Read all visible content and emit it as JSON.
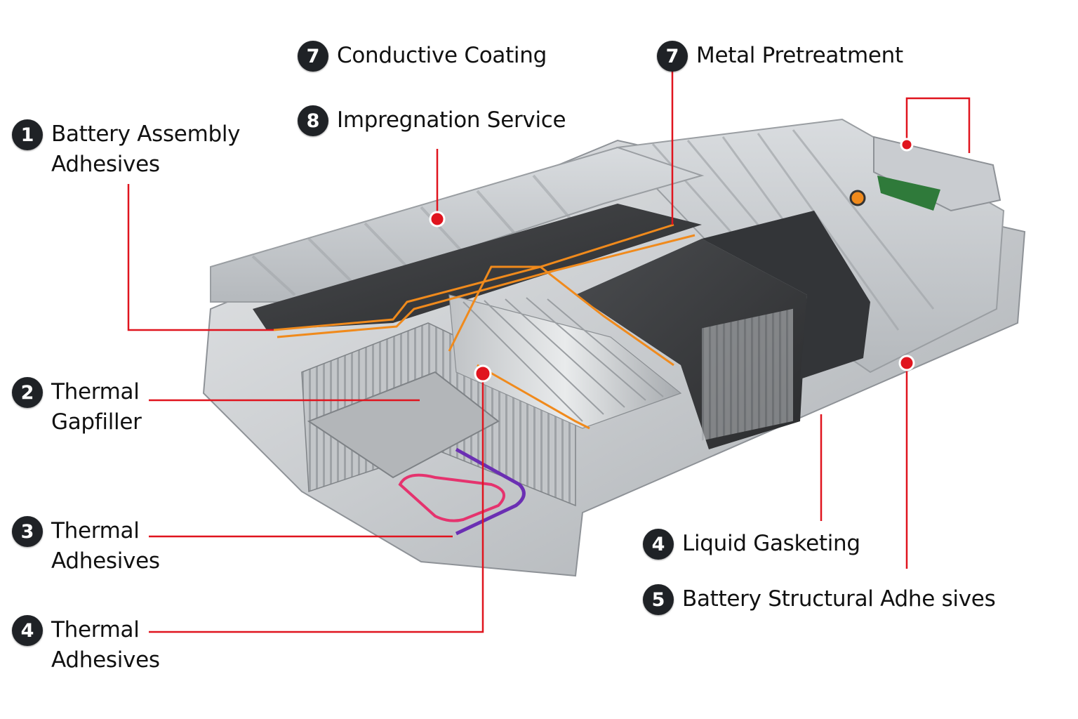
{
  "diagram": {
    "subject": "Electric vehicle battery pack cutaway",
    "accent_color": "#e0141e",
    "badge_color": "#1f2226",
    "wire_color": "#f08a1c",
    "callouts": [
      {
        "id": "c1",
        "number": "1",
        "lines": [
          "Battery Assembly",
          "Adhesives"
        ]
      },
      {
        "id": "c2",
        "number": "2",
        "lines": [
          "Thermal",
          "Gapfiller"
        ]
      },
      {
        "id": "c3",
        "number": "3",
        "lines": [
          "Thermal",
          "Adhesives"
        ]
      },
      {
        "id": "c4a",
        "number": "4",
        "lines": [
          "Thermal",
          "Adhesives"
        ]
      },
      {
        "id": "c7a",
        "number": "7",
        "lines": [
          "Conductive Coating"
        ]
      },
      {
        "id": "c8",
        "number": "8",
        "lines": [
          "Impregnation Service"
        ]
      },
      {
        "id": "c7b",
        "number": "7",
        "lines": [
          "Metal Pretreatment"
        ]
      },
      {
        "id": "c4b",
        "number": "4",
        "lines": [
          "Liquid Gasketing"
        ]
      },
      {
        "id": "c5",
        "number": "5",
        "lines": [
          "Battery Structural Adhe sives"
        ]
      }
    ]
  }
}
